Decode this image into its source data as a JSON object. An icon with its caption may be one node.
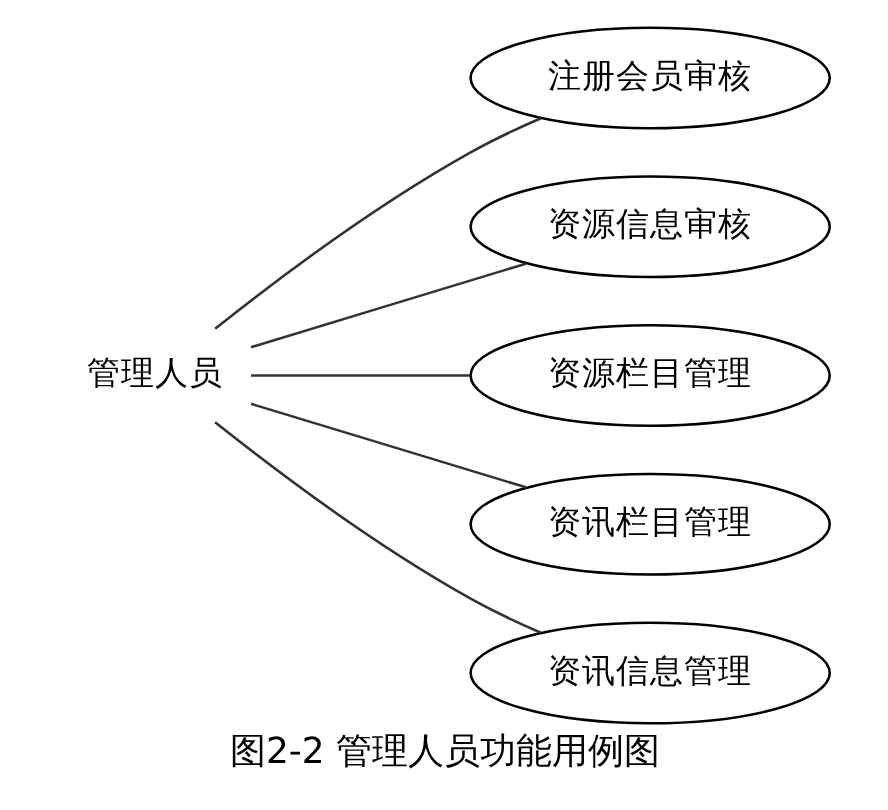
{
  "diagram": {
    "caption": "图2-2 管理人员功能用例图",
    "nodes": [
      {
        "text": [
          "管理人员"
        ]
      },
      {
        "text": [
          "注册会员审核"
        ]
      },
      {
        "text": [
          "资源信息审核"
        ]
      },
      {
        "text": [
          "资源栏目管理"
        ]
      },
      {
        "text": [
          "资讯栏目管理"
        ]
      },
      {
        "text": [
          "资讯信息管理"
        ]
      }
    ],
    "edges": [
      {
        "from": 0,
        "to": 1,
        "arrow": "none"
      },
      {
        "from": 0,
        "to": 2,
        "arrow": "none"
      },
      {
        "from": 0,
        "to": 3,
        "arrow": "none"
      },
      {
        "from": 0,
        "to": 4,
        "arrow": "none"
      },
      {
        "from": 0,
        "to": 5,
        "arrow": "none"
      }
    ]
  }
}
